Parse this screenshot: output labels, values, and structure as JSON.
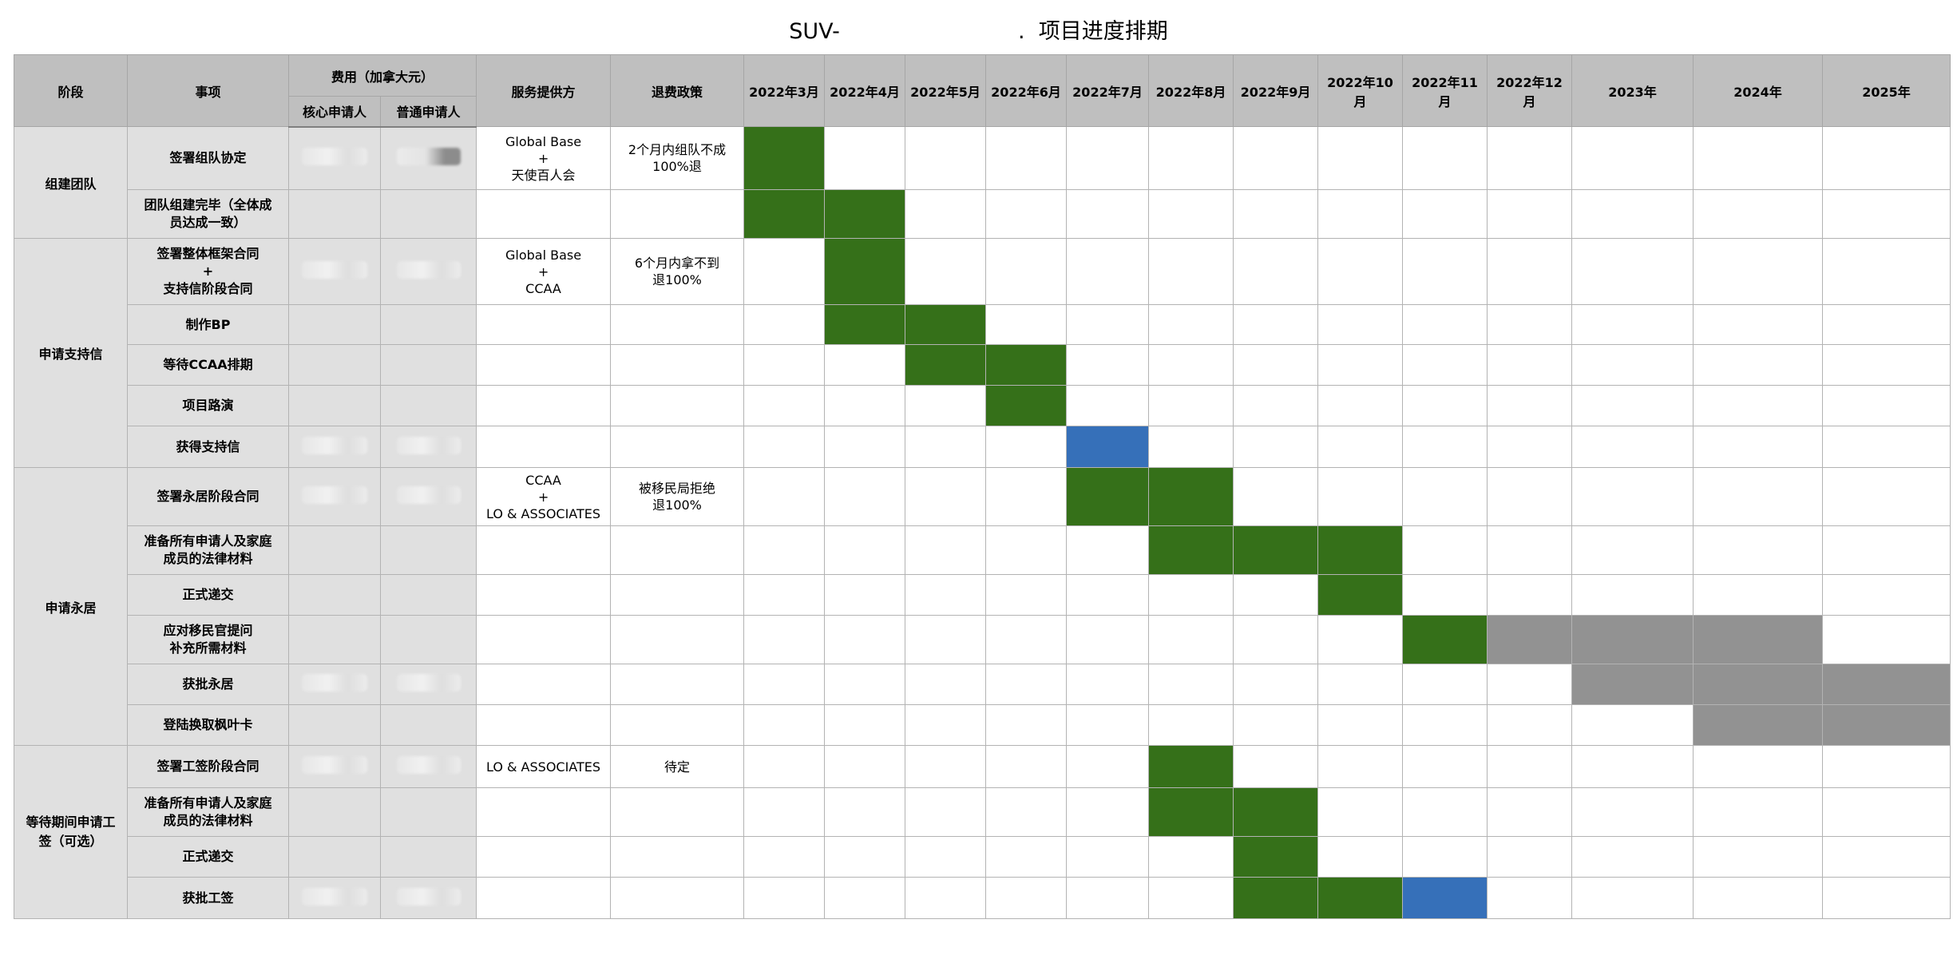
{
  "title": "SUV-                          .  项目进度排期",
  "header": {
    "stage": "阶段",
    "task": "事项",
    "fee": "费用（加拿大元）",
    "fee_core": "核心申请人",
    "fee_normal": "普通申请人",
    "provider": "服务提供方",
    "refund": "退费政策",
    "months": [
      "2022年3月",
      "2022年4月",
      "2022年5月",
      "2022年6月",
      "2022年7月",
      "2022年8月",
      "2022年9月",
      "2022年10月",
      "2022年11月",
      "2022年12月",
      "2023年",
      "2024年",
      "2025年"
    ]
  },
  "colors": {
    "done": "#357019",
    "milestone": "#3670b9",
    "pending": "#929292",
    "label_bg": "#e0e0e0",
    "header_bg": "#bfbfbf"
  },
  "stages": [
    {
      "name": "组建团队",
      "rows": [
        {
          "task": [
            "签署组队协定"
          ],
          "provider": [
            "Global Base",
            "+",
            "天使百人会"
          ],
          "refund": [
            "2个月内组队不成",
            "100%退"
          ],
          "blurred": true,
          "blur_dark": true,
          "cells": [
            1,
            0,
            0,
            0,
            0,
            0,
            0,
            0,
            0,
            0,
            0,
            0,
            0
          ]
        },
        {
          "task": [
            "团队组建完毕（全体成",
            "员达成一致）"
          ],
          "provider": [],
          "refund": [],
          "blurred": false,
          "cells": [
            1,
            1,
            0,
            0,
            0,
            0,
            0,
            0,
            0,
            0,
            0,
            0,
            0
          ]
        }
      ]
    },
    {
      "name": "申请支持信",
      "rows": [
        {
          "task": [
            "签署整体框架合同",
            "+",
            "支持信阶段合同"
          ],
          "provider": [
            "Global Base",
            "+",
            "CCAA"
          ],
          "refund": [
            "6个月内拿不到",
            "退100%"
          ],
          "blurred": true,
          "cells": [
            0,
            1,
            0,
            0,
            0,
            0,
            0,
            0,
            0,
            0,
            0,
            0,
            0
          ]
        },
        {
          "task": [
            "制作BP"
          ],
          "provider": [],
          "refund": [],
          "blurred": false,
          "cells": [
            0,
            1,
            1,
            0,
            0,
            0,
            0,
            0,
            0,
            0,
            0,
            0,
            0
          ]
        },
        {
          "task": [
            "等待CCAA排期"
          ],
          "provider": [],
          "refund": [],
          "blurred": false,
          "cells": [
            0,
            0,
            1,
            1,
            0,
            0,
            0,
            0,
            0,
            0,
            0,
            0,
            0
          ]
        },
        {
          "task": [
            "项目路演"
          ],
          "provider": [],
          "refund": [],
          "blurred": false,
          "cells": [
            0,
            0,
            0,
            1,
            0,
            0,
            0,
            0,
            0,
            0,
            0,
            0,
            0
          ]
        },
        {
          "task": [
            "获得支持信"
          ],
          "provider": [],
          "refund": [],
          "blurred": true,
          "cells": [
            0,
            0,
            0,
            0,
            2,
            0,
            0,
            0,
            0,
            0,
            0,
            0,
            0
          ]
        }
      ]
    },
    {
      "name": "申请永居",
      "rows": [
        {
          "task": [
            "签署永居阶段合同"
          ],
          "provider": [
            "CCAA",
            "+",
            "LO & ASSOCIATES"
          ],
          "refund": [
            "被移民局拒绝",
            "退100%"
          ],
          "blurred": true,
          "cells": [
            0,
            0,
            0,
            0,
            1,
            1,
            0,
            0,
            0,
            0,
            0,
            0,
            0
          ]
        },
        {
          "task": [
            "准备所有申请人及家庭",
            "成员的法律材料"
          ],
          "provider": [],
          "refund": [],
          "blurred": false,
          "cells": [
            0,
            0,
            0,
            0,
            0,
            1,
            1,
            1,
            0,
            0,
            0,
            0,
            0
          ]
        },
        {
          "task": [
            "正式递交"
          ],
          "provider": [],
          "refund": [],
          "blurred": false,
          "cells": [
            0,
            0,
            0,
            0,
            0,
            0,
            0,
            1,
            0,
            0,
            0,
            0,
            0
          ]
        },
        {
          "task": [
            "应对移民官提问",
            "补充所需材料"
          ],
          "provider": [],
          "refund": [],
          "blurred": false,
          "cells": [
            0,
            0,
            0,
            0,
            0,
            0,
            0,
            0,
            1,
            3,
            3,
            3,
            0
          ]
        },
        {
          "task": [
            "获批永居"
          ],
          "provider": [],
          "refund": [],
          "blurred": true,
          "cells": [
            0,
            0,
            0,
            0,
            0,
            0,
            0,
            0,
            0,
            0,
            3,
            3,
            3
          ]
        },
        {
          "task": [
            "登陆换取枫叶卡"
          ],
          "provider": [],
          "refund": [],
          "blurred": false,
          "cells": [
            0,
            0,
            0,
            0,
            0,
            0,
            0,
            0,
            0,
            0,
            0,
            3,
            3
          ]
        }
      ]
    },
    {
      "name": [
        "等待期间申请工",
        "签（可选）"
      ],
      "rows": [
        {
          "task": [
            "签署工签阶段合同"
          ],
          "provider": [
            "LO & ASSOCIATES"
          ],
          "refund": [
            "待定"
          ],
          "blurred": true,
          "cells": [
            0,
            0,
            0,
            0,
            0,
            1,
            0,
            0,
            0,
            0,
            0,
            0,
            0
          ]
        },
        {
          "task": [
            "准备所有申请人及家庭",
            "成员的法律材料"
          ],
          "provider": [],
          "refund": [],
          "blurred": false,
          "cells": [
            0,
            0,
            0,
            0,
            0,
            1,
            1,
            0,
            0,
            0,
            0,
            0,
            0
          ]
        },
        {
          "task": [
            "正式递交"
          ],
          "provider": [],
          "refund": [],
          "blurred": false,
          "cells": [
            0,
            0,
            0,
            0,
            0,
            0,
            1,
            0,
            0,
            0,
            0,
            0,
            0
          ]
        },
        {
          "task": [
            "获批工签"
          ],
          "provider": [],
          "refund": [],
          "blurred": true,
          "cells": [
            0,
            0,
            0,
            0,
            0,
            0,
            1,
            1,
            2,
            0,
            0,
            0,
            0
          ]
        }
      ]
    }
  ]
}
